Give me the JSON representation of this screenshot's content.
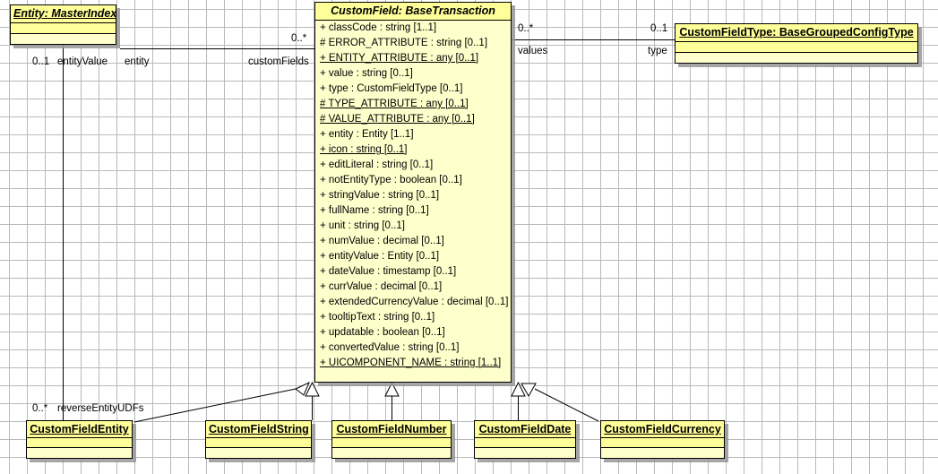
{
  "diagram": {
    "title": "CustomField UML class diagram",
    "background": "#ffffff",
    "grid_color": "#b9b9b9",
    "class_header_color": "#ffff99",
    "class_body_color": "#ffffcc",
    "line_color": "#000000"
  },
  "classes": {
    "master_index": {
      "name": "Entity: MasterIndex",
      "attributes": []
    },
    "custom_field": {
      "name": "CustomField: BaseTransaction",
      "attributes": [
        {
          "text": "+ classCode : string [1..1]",
          "static": false
        },
        {
          "text": "# ERROR_ATTRIBUTE : string [0..1]",
          "static": false
        },
        {
          "text": "+ ENTITY_ATTRIBUTE : any [0..1]",
          "static": true
        },
        {
          "text": "+ value : string [0..1]",
          "static": false
        },
        {
          "text": "+ type : CustomFieldType [0..1]",
          "static": false
        },
        {
          "text": "# TYPE_ATTRIBUTE : any [0..1]",
          "static": true
        },
        {
          "text": "# VALUE_ATTRIBUTE : any [0..1]",
          "static": true
        },
        {
          "text": "+ entity : Entity [1..1]",
          "static": false
        },
        {
          "text": "+ icon : string [0..1]",
          "static": true
        },
        {
          "text": "+ editLiteral : string [0..1]",
          "static": false
        },
        {
          "text": "+ notEntityType : boolean [0..1]",
          "static": false
        },
        {
          "text": "+ stringValue : string [0..1]",
          "static": false
        },
        {
          "text": "+ fullName : string [0..1]",
          "static": false
        },
        {
          "text": "+ unit : string [0..1]",
          "static": false
        },
        {
          "text": "+ numValue : decimal [0..1]",
          "static": false
        },
        {
          "text": "+ entityValue : Entity [0..1]",
          "static": false
        },
        {
          "text": "+ dateValue : timestamp [0..1]",
          "static": false
        },
        {
          "text": "+ currValue : decimal [0..1]",
          "static": false
        },
        {
          "text": "+ extendedCurrencyValue : decimal [0..1]",
          "static": false
        },
        {
          "text": "+ tooltipText : string [0..1]",
          "static": false
        },
        {
          "text": "+ updatable : boolean [0..1]",
          "static": false
        },
        {
          "text": "+ convertedValue : string [0..1]",
          "static": false
        },
        {
          "text": "+ UICOMPONENT_NAME : string [1..1]",
          "static": true
        }
      ]
    },
    "custom_field_type": {
      "name": "CustomFieldType: BaseGroupedConfigType",
      "attributes": []
    },
    "custom_field_entity": {
      "name": "CustomFieldEntity",
      "attributes": []
    },
    "custom_field_string": {
      "name": "CustomFieldString",
      "attributes": []
    },
    "custom_field_number": {
      "name": "CustomFieldNumber",
      "attributes": []
    },
    "custom_field_date": {
      "name": "CustomFieldDate",
      "attributes": []
    },
    "custom_field_currency": {
      "name": "CustomFieldCurrency",
      "attributes": []
    }
  },
  "associations": [
    {
      "id": "entity-customfields",
      "source_role": "entity",
      "source_multiplicity": "0..1",
      "source_role_alt": "entityValue",
      "target_role": "customFields",
      "target_multiplicity": "0..*"
    },
    {
      "id": "values-type",
      "source_role": "values",
      "source_multiplicity": "0..*",
      "target_role": "type",
      "target_multiplicity": "0..1"
    },
    {
      "id": "reverse-entity-udfs",
      "source_role": "reverseEntityUDFs",
      "source_multiplicity": "0..*"
    }
  ],
  "edge_labels": {
    "mult_0_1_left": "0..1",
    "role_entityvalue": "entityValue",
    "role_entity": "entity",
    "role_customfields": "customFields",
    "mult_0_star_top": "0..*",
    "role_values": "values",
    "mult_0_star_values": "0..*",
    "role_type": "type",
    "mult_0_1_type": "0..1",
    "mult_0_star_reverse": "0..*",
    "role_reverseentityudfs": "reverseEntityUDFs"
  },
  "generalizations": [
    {
      "child": "CustomFieldEntity",
      "parent": "CustomField: BaseTransaction"
    },
    {
      "child": "CustomFieldString",
      "parent": "CustomField: BaseTransaction"
    },
    {
      "child": "CustomFieldNumber",
      "parent": "CustomField: BaseTransaction"
    },
    {
      "child": "CustomFieldDate",
      "parent": "CustomField: BaseTransaction"
    },
    {
      "child": "CustomFieldCurrency",
      "parent": "CustomField: BaseTransaction"
    }
  ]
}
